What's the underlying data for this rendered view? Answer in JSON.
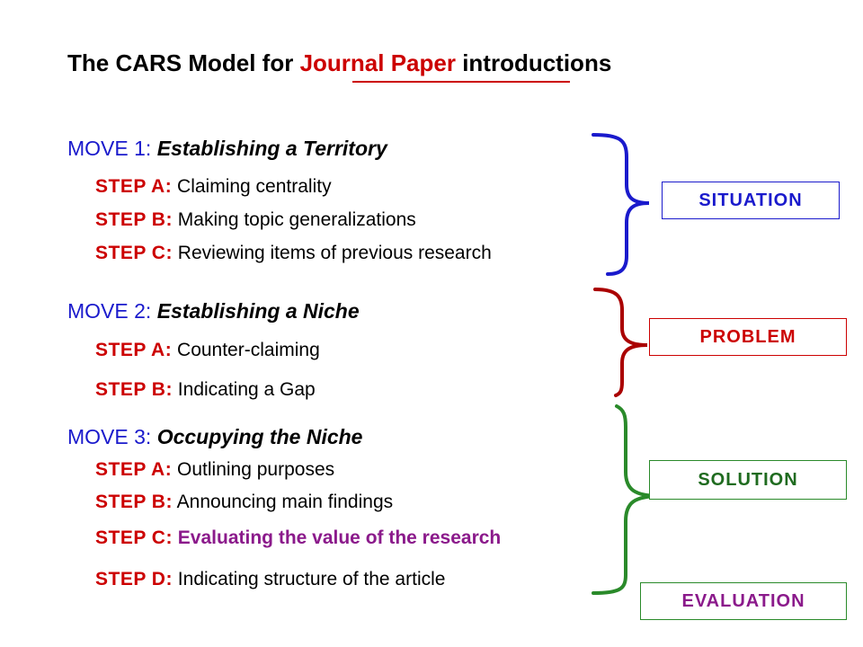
{
  "title": {
    "prefix": "The CARS Model for ",
    "highlight": "Journal Paper",
    "suffix": " introductions"
  },
  "moves": [
    {
      "label": "MOVE 1: ",
      "text": "Establishing a Territory",
      "steps": [
        {
          "label": "STEP A:",
          "text": " Claiming centrality"
        },
        {
          "label": "STEP B:",
          "text": " Making topic generalizations"
        },
        {
          "label": "STEP C:",
          "text": " Reviewing items of previous research"
        }
      ]
    },
    {
      "label": "MOVE 2: ",
      "text": "Establishing a Niche",
      "steps": [
        {
          "label": "STEP A:",
          "text": "  Counter-claiming"
        },
        {
          "label": "STEP B:",
          "text": "  Indicating a Gap"
        }
      ]
    },
    {
      "label": "MOVE 3: ",
      "text": "Occupying the Niche",
      "steps": [
        {
          "label": "STEP A:",
          "text": " Outlining purposes"
        },
        {
          "label": "STEP B:",
          "text": " Announcing main findings"
        },
        {
          "label": "STEP C:",
          "text": " Evaluating the value of the research"
        },
        {
          "label": "STEP D:",
          "text": " Indicating structure of the article"
        }
      ]
    }
  ],
  "boxes": {
    "situation": "SITUATION",
    "problem": "PROBLEM",
    "solution": "SOLUTION",
    "evaluation": "EVALUATION"
  },
  "colors": {
    "move_label": "#1a1acc",
    "step_label": "#cc0000",
    "highlight": "#cc0000",
    "situation": "#1a1acc",
    "problem": "#aa0000",
    "solution": "#2a8a2a",
    "evaluation_text": "#8b1a8b"
  }
}
